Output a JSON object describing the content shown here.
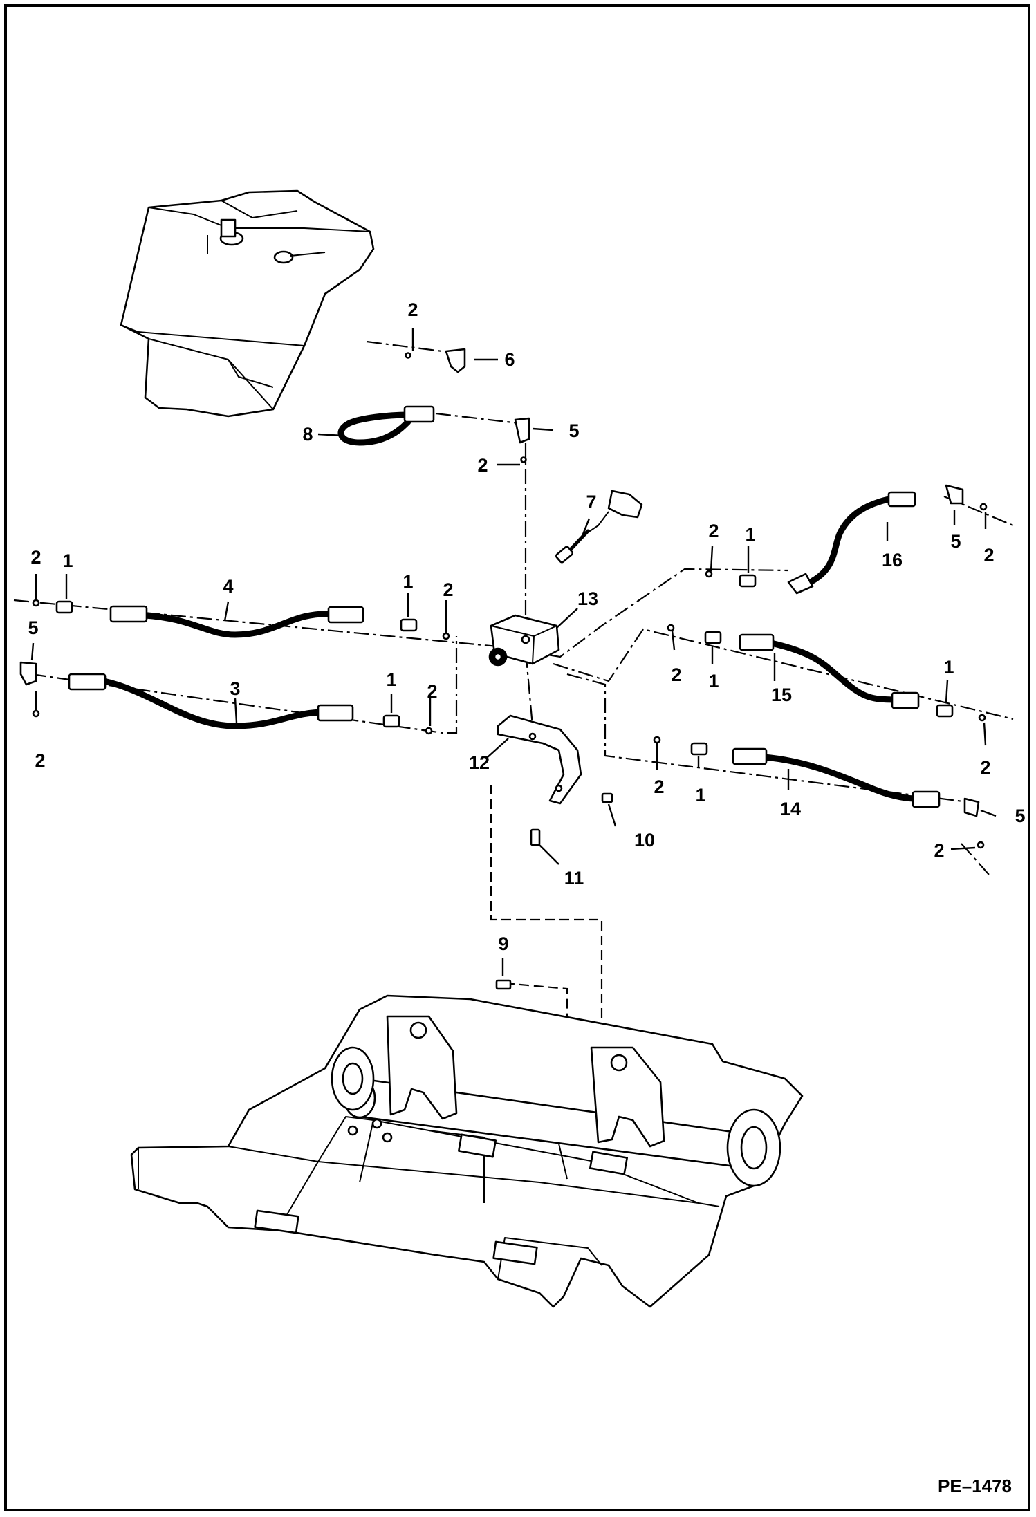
{
  "reference_code": "PE–1478",
  "callouts": [
    {
      "id": "c-2a",
      "label": "2"
    },
    {
      "id": "c-6",
      "label": "6"
    },
    {
      "id": "c-8",
      "label": "8"
    },
    {
      "id": "c-5a",
      "label": "5"
    },
    {
      "id": "c-2b",
      "label": "2"
    },
    {
      "id": "c-7",
      "label": "7"
    },
    {
      "id": "c-2c",
      "label": "2"
    },
    {
      "id": "c-1a",
      "label": "1"
    },
    {
      "id": "c-4",
      "label": "4"
    },
    {
      "id": "c-1b",
      "label": "1"
    },
    {
      "id": "c-2d",
      "label": "2"
    },
    {
      "id": "c-13",
      "label": "13"
    },
    {
      "id": "c-5b",
      "label": "5"
    },
    {
      "id": "c-3",
      "label": "3"
    },
    {
      "id": "c-1c",
      "label": "1"
    },
    {
      "id": "c-2e",
      "label": "2"
    },
    {
      "id": "c-2f",
      "label": "2"
    },
    {
      "id": "c-12",
      "label": "12"
    },
    {
      "id": "c-10",
      "label": "10"
    },
    {
      "id": "c-11",
      "label": "11"
    },
    {
      "id": "c-2g",
      "label": "2"
    },
    {
      "id": "c-1d",
      "label": "1"
    },
    {
      "id": "c-16",
      "label": "16"
    },
    {
      "id": "c-5c",
      "label": "5"
    },
    {
      "id": "c-2h",
      "label": "2"
    },
    {
      "id": "c-2i",
      "label": "2"
    },
    {
      "id": "c-1e",
      "label": "1"
    },
    {
      "id": "c-15",
      "label": "15"
    },
    {
      "id": "c-1f",
      "label": "1"
    },
    {
      "id": "c-2j",
      "label": "2"
    },
    {
      "id": "c-2k",
      "label": "2"
    },
    {
      "id": "c-1g",
      "label": "1"
    },
    {
      "id": "c-14",
      "label": "14"
    },
    {
      "id": "c-5d",
      "label": "5"
    },
    {
      "id": "c-2l",
      "label": "2"
    },
    {
      "id": "c-9",
      "label": "9"
    }
  ]
}
